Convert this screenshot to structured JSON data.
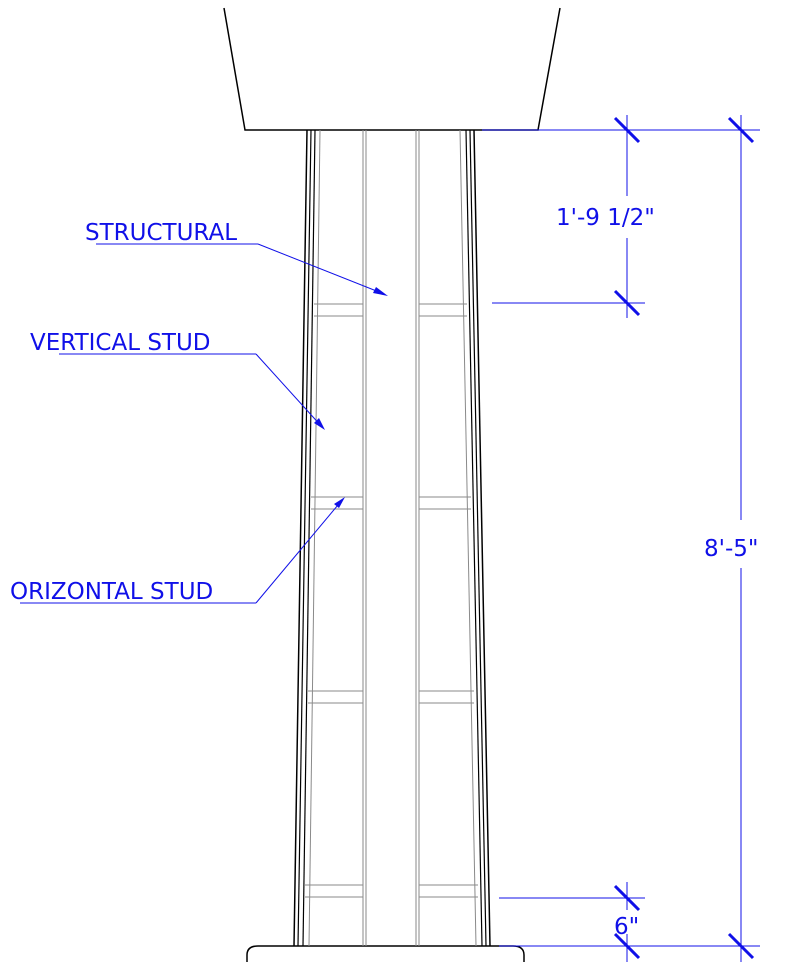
{
  "labels": {
    "structural": "STRUCTURAL",
    "vertical_stud": "VERTICAL STUD",
    "horizontal_stud": "ORIZONTAL STUD"
  },
  "dimensions": {
    "top_offset": "1'-9 1/2\"",
    "overall_height": "8'-5\"",
    "bottom_offset": "6\""
  },
  "colors": {
    "annotation": "#1010e8",
    "outline": "#000000",
    "detail": "#8a8a8a"
  }
}
